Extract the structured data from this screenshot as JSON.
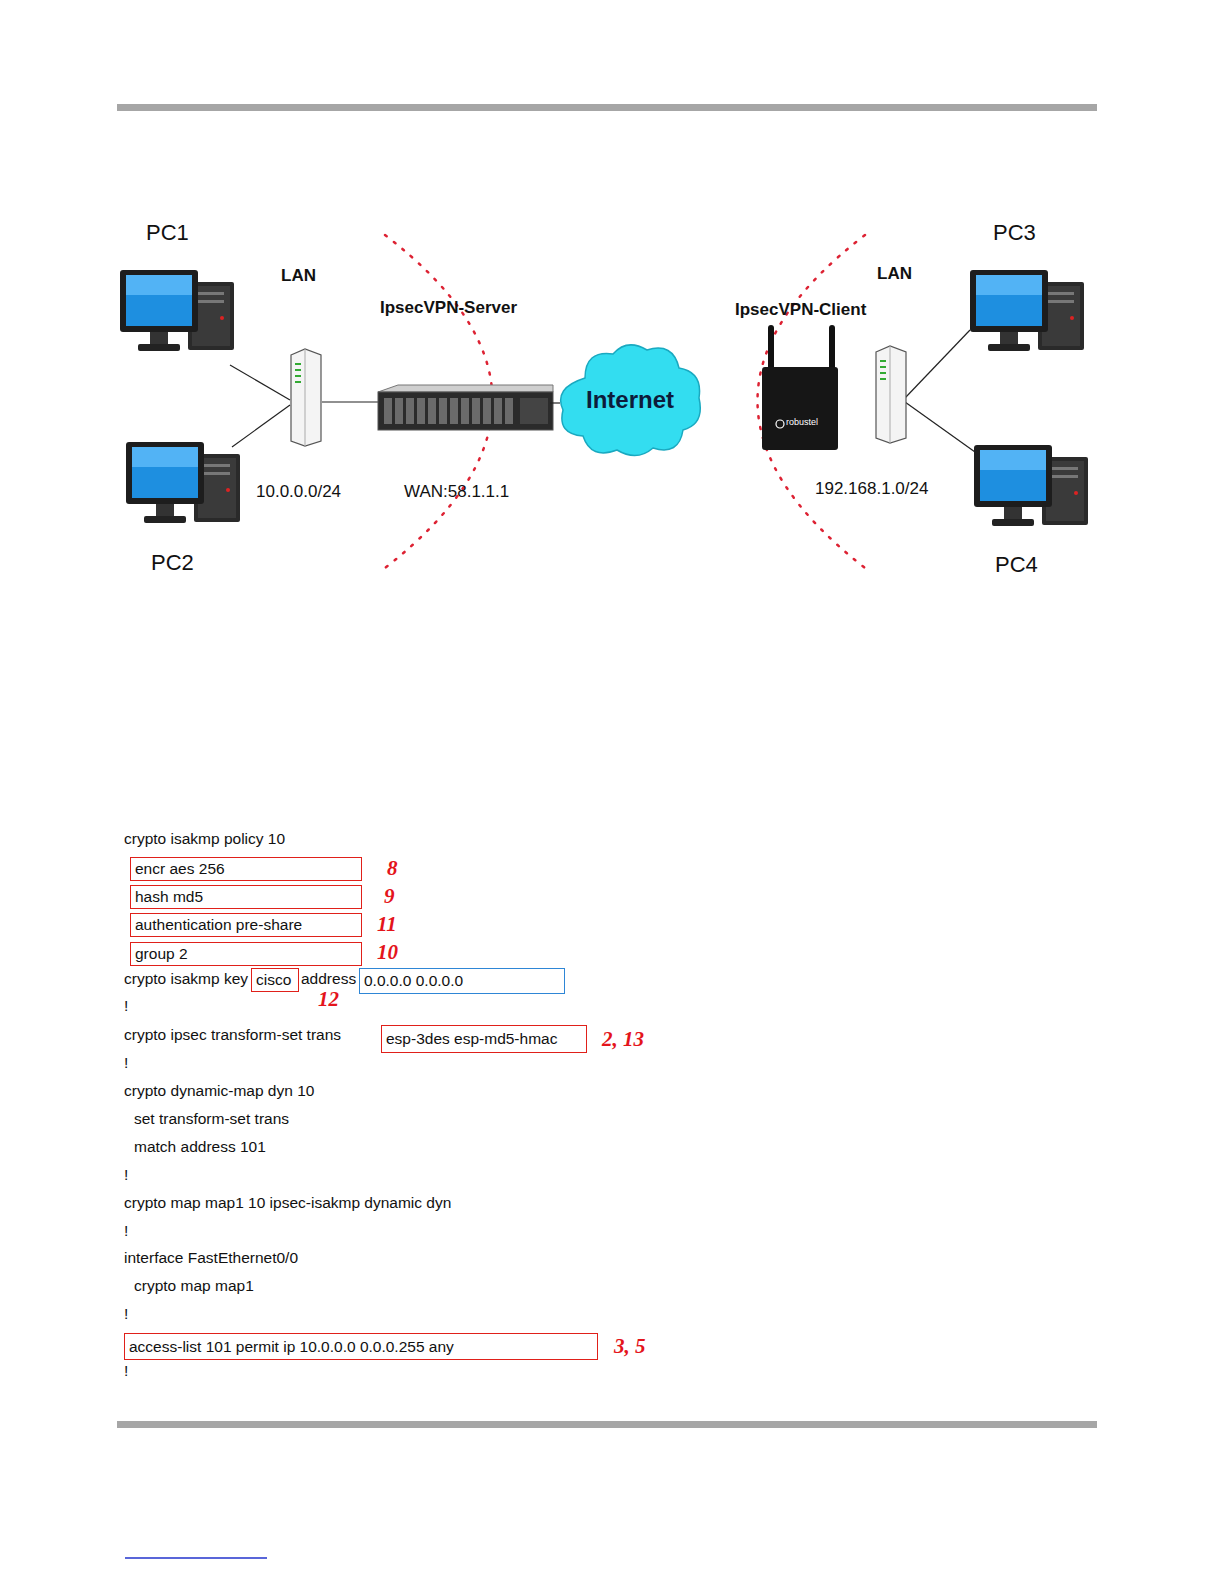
{
  "diagram": {
    "nodes": [
      {
        "text": [
          "Internet"
        ]
      },
      {
        "text": [
          "encr aes 256"
        ]
      },
      {
        "text": [
          "hash md5"
        ]
      },
      {
        "text": [
          "authentication pre-share"
        ]
      },
      {
        "text": [
          "group 2"
        ]
      },
      {
        "text": [
          "cisco"
        ]
      },
      {
        "text": [
          "0.0.0.0 0.0.0.0"
        ]
      },
      {
        "text": [
          "esp-3des esp-md5-hmac"
        ]
      },
      {
        "text": [
          "access-list 101 permit ip 10.0.0.0 0.0.0.255 any"
        ]
      }
    ],
    "labels": [
      "PC1",
      "LAN",
      "IpsecVPN-Server",
      "LAN",
      "IpsecVPN-Client",
      "PC3",
      "robustel",
      "10.0.0.0/24",
      "WAN:58.1.1.1",
      "192.168.1.0/24",
      "PC2",
      "PC4",
      "crypto isakmp policy 10",
      "8",
      "9",
      "11",
      "10",
      "crypto isakmp key",
      "address",
      "12",
      "!",
      "crypto ipsec transform-set trans",
      "2, 13",
      "!",
      "crypto dynamic-map dyn 10",
      "set transform-set trans",
      "match address 101",
      "!",
      "crypto map map1 10 ipsec-isakmp dynamic dyn",
      "!",
      "interface FastEthernet0/0",
      "crypto map map1",
      "!",
      "3, 5",
      "!"
    ]
  }
}
